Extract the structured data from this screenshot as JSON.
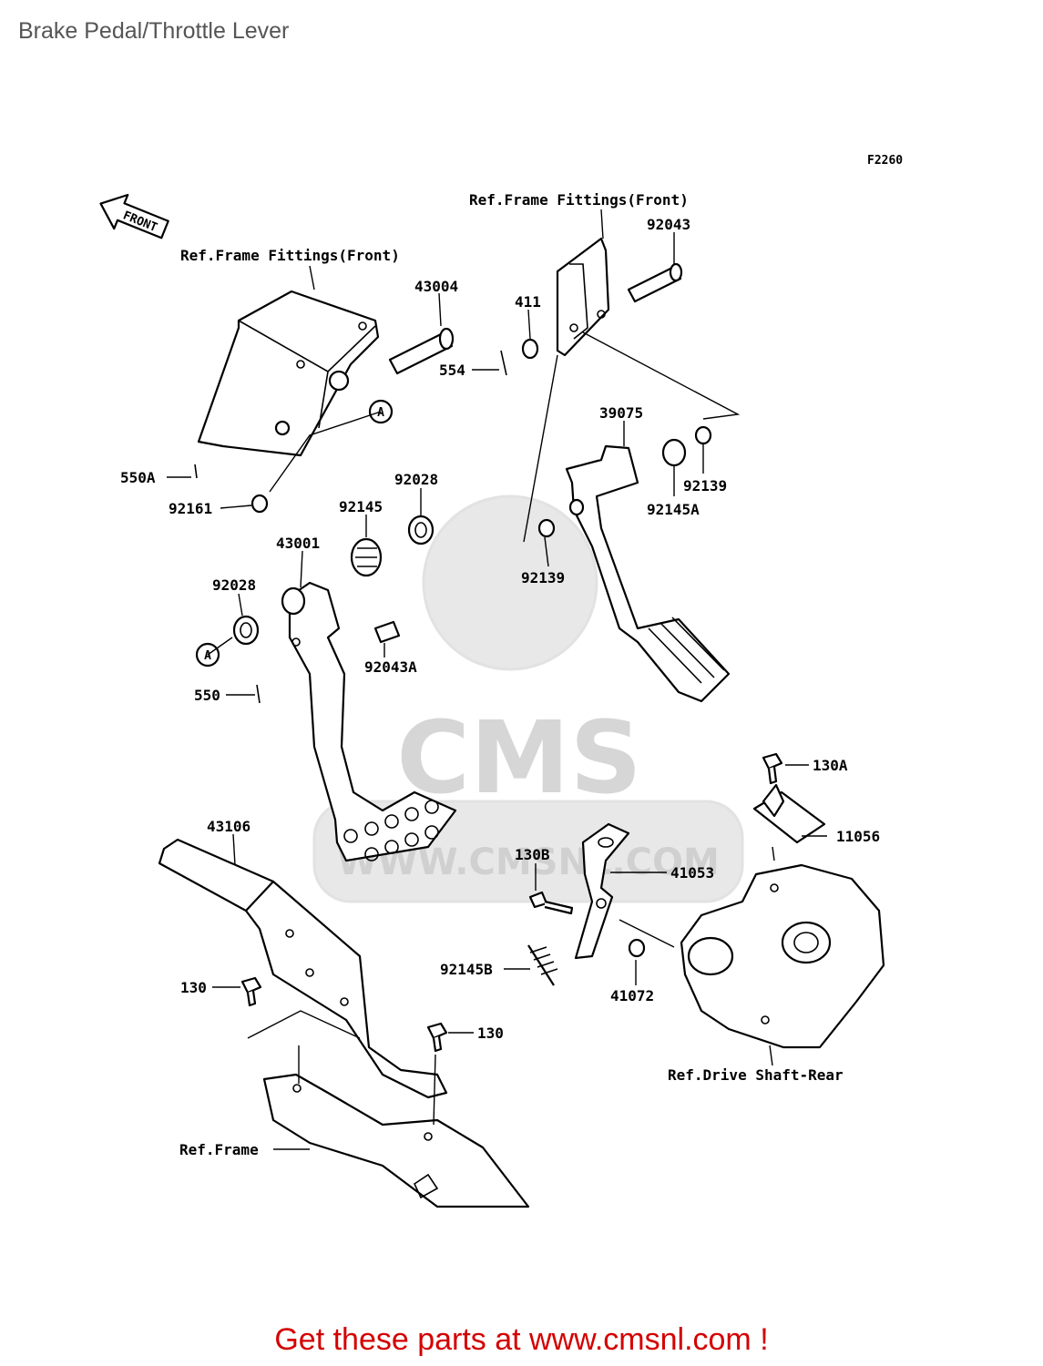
{
  "page": {
    "title": "Brake Pedal/Throttle Lever",
    "diagram_code": "F2260",
    "footer": "Get these parts at www.cmsnl.com !"
  },
  "watermark": {
    "brand": "CMS",
    "url": "WWW.CMSNL.COM"
  },
  "direction_label": "FRONT",
  "references": {
    "frame_fittings_front_1": "Ref.Frame Fittings(Front)",
    "frame_fittings_front_2": "Ref.Frame Fittings(Front)",
    "drive_shaft_rear": "Ref.Drive Shaft-Rear",
    "frame": "Ref.Frame"
  },
  "callout_marker": "A",
  "parts": {
    "p92043": "92043",
    "p43004": "43004",
    "p411": "411",
    "p554": "554",
    "p39075": "39075",
    "p92139_a": "92139",
    "p92145A": "92145A",
    "p92139_b": "92139",
    "p550A": "550A",
    "p92161": "92161",
    "p92028_a": "92028",
    "p92145": "92145",
    "p43001": "43001",
    "p92028_b": "92028",
    "p92043A": "92043A",
    "p550": "550",
    "p130A": "130A",
    "p11056": "11056",
    "p43106": "43106",
    "p130B": "130B",
    "p41053": "41053",
    "p92145B": "92145B",
    "p41072": "41072",
    "p130_a": "130",
    "p130_b": "130"
  },
  "colors": {
    "footer_text": "#d40000",
    "title_text": "#555555",
    "line_art": "#000000",
    "watermark": "#d9d9d9"
  }
}
